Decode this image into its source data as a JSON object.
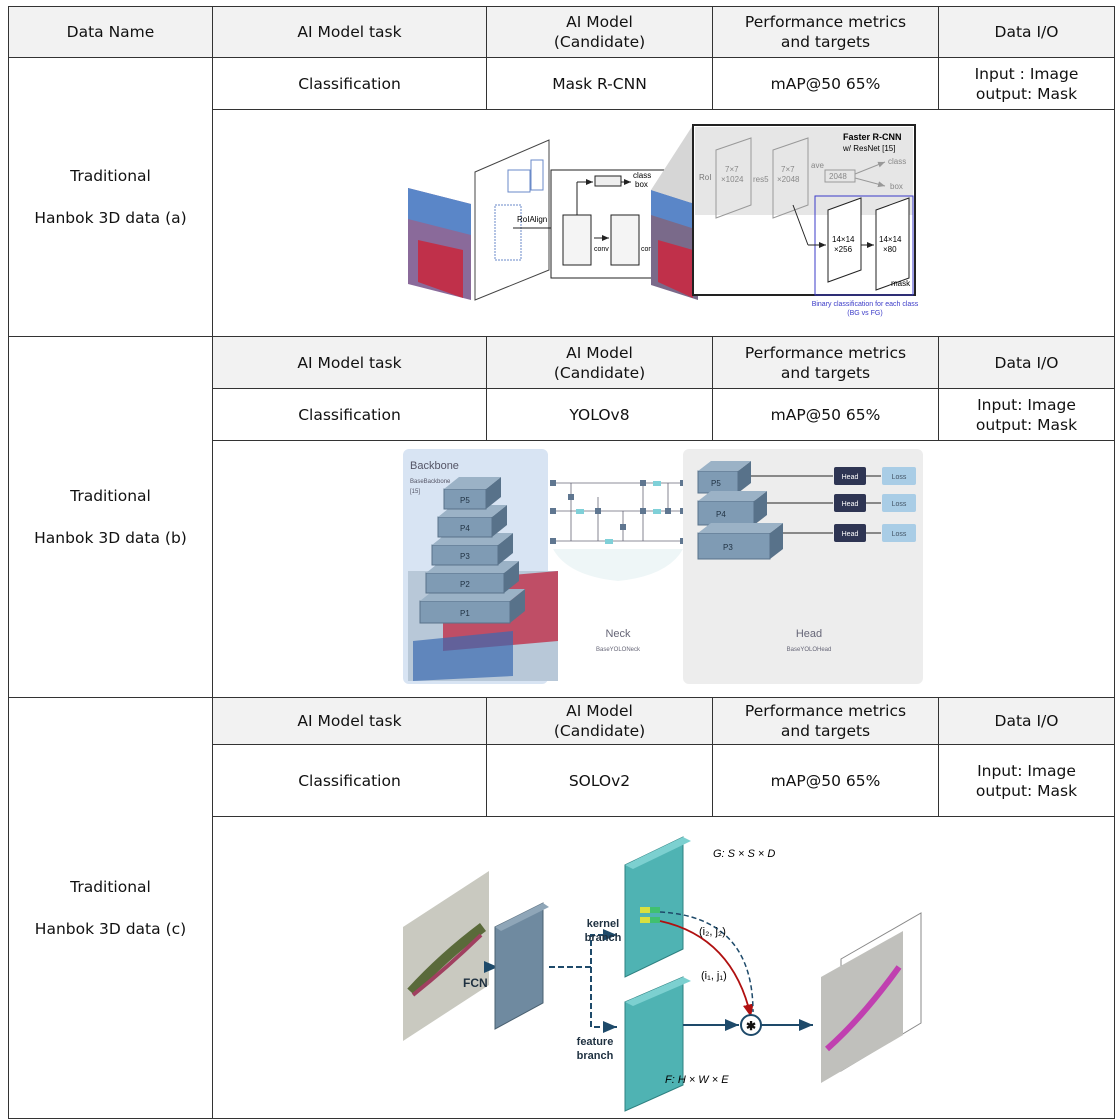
{
  "header": {
    "data_name": "Data Name",
    "task": "AI Model task",
    "model": "AI Model\n(Candidate)",
    "metrics": "Performance metrics\nand targets",
    "io": "Data  I/O"
  },
  "sections": [
    {
      "name_line1": "Traditional",
      "name_line2": "Hanbok 3D data (a)",
      "task": "Classification",
      "model": "Mask R-CNN",
      "metrics": "mAP@50 65%",
      "io": "Input : Image\noutput: Mask"
    },
    {
      "name_line1": "Traditional",
      "name_line2": "Hanbok 3D data (b)",
      "sub_header": {
        "task": "AI Model task",
        "model": "AI Model\n(Candidate)",
        "metrics": "Performance metrics\nand targets",
        "io": "Data I/O"
      },
      "task": "Classification",
      "model": "YOLOv8",
      "metrics": "mAP@50 65%",
      "io": "Input: Image\noutput: Mask"
    },
    {
      "name_line1": "Traditional",
      "name_line2": "Hanbok 3D data (c)",
      "sub_header": {
        "task": "AI Model task",
        "model": "AI Model\n(Candidate)",
        "metrics": "Performance metrics\nand targets",
        "io": "Data I/O"
      },
      "task": "Classification",
      "model": "SOLOv2",
      "metrics": "mAP@50 65%",
      "io": "Input: Image\noutput: Mask"
    }
  ],
  "figure_a": {
    "roialign": "RoIAlign",
    "class_box": "class\nbox",
    "conv1": "conv",
    "conv2": "conv",
    "faster_title": "Faster R-CNN",
    "faster_sub": "w/ ResNet [15]",
    "roi": "RoI",
    "b1": "7×7\n×1024",
    "res5": "res5",
    "b2": "7×7\n×2048",
    "ave": "ave",
    "v2048": "2048",
    "cls": "class",
    "box": "box",
    "m1": "14×14\n×256",
    "m2": "14×14\n×80",
    "mask": "mask",
    "caption": "Binary classification for each class\n(BG vs FG)"
  },
  "figure_b": {
    "backbone": "Backbone",
    "backbone_sub": "BaseBackbone\n[15]",
    "p5": "P5",
    "p4": "P4",
    "p3": "P3",
    "p2": "P2",
    "p1": "P1",
    "neck": "Neck",
    "neck_sub": "BaseYOLONeck",
    "head": "Head",
    "head_sub": "BaseYOLOHead",
    "hp5": "P5",
    "hp4": "P4",
    "hp3": "P3",
    "head_box": "Head",
    "loss": "Loss"
  },
  "figure_c": {
    "g_label": "G: S × S × D",
    "kernel": "kernel\nbranch",
    "i2j2": "(i₂, j₂)",
    "i1j1": "(i₁, j₁)",
    "fcn": "FCN",
    "feature": "feature\nbranch",
    "f_label": "F: H × W × E",
    "star": "✱"
  },
  "colors": {
    "header_bg": "#f2f2f2",
    "teal": "#4fb3b3",
    "slate": "#6f8aa0",
    "navy": "#2e3553",
    "light_blue": "#a9cde6"
  }
}
